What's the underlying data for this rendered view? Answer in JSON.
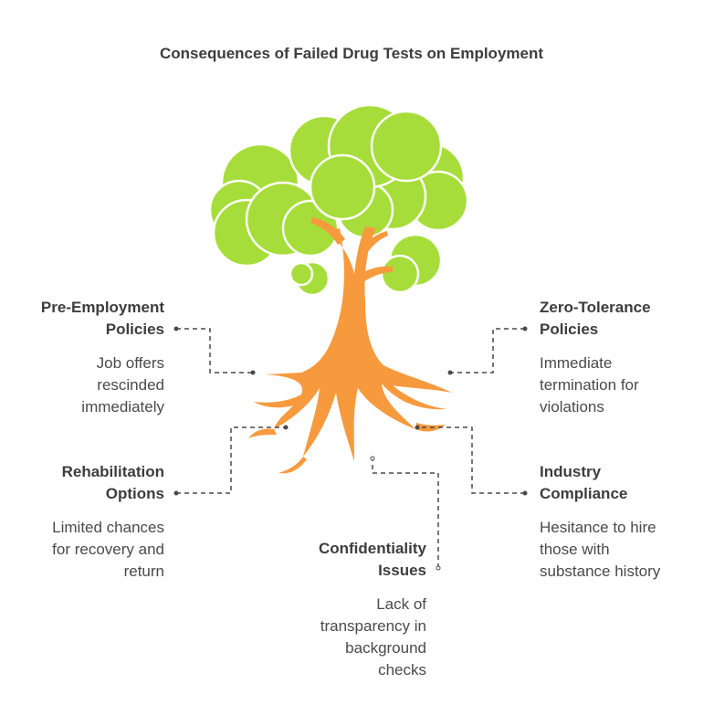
{
  "title": "Consequences of Failed Drug Tests on Employment",
  "colors": {
    "foliage": "#a6dd3a",
    "foliage_outline": "#ffffff",
    "trunk": "#f79a3e",
    "connector": "#4a4a4a"
  },
  "items": {
    "pre_employment": {
      "heading": "Pre-Employment\nPolicies",
      "description": "Job offers\nrescinded\nimmediately"
    },
    "zero_tolerance": {
      "heading": "Zero-Tolerance\nPolicies",
      "description": "Immediate\ntermination for\nviolations"
    },
    "rehabilitation": {
      "heading": "Rehabilitation\nOptions",
      "description": "Limited chances\nfor recovery and\nreturn"
    },
    "industry": {
      "heading": "Industry\nCompliance",
      "description": "Hesitance to hire\nthose with\nsubstance history"
    },
    "confidentiality": {
      "heading": "Confidentiality\nIssues",
      "description": "Lack of\ntransparency in\nbackground\nchecks"
    }
  }
}
